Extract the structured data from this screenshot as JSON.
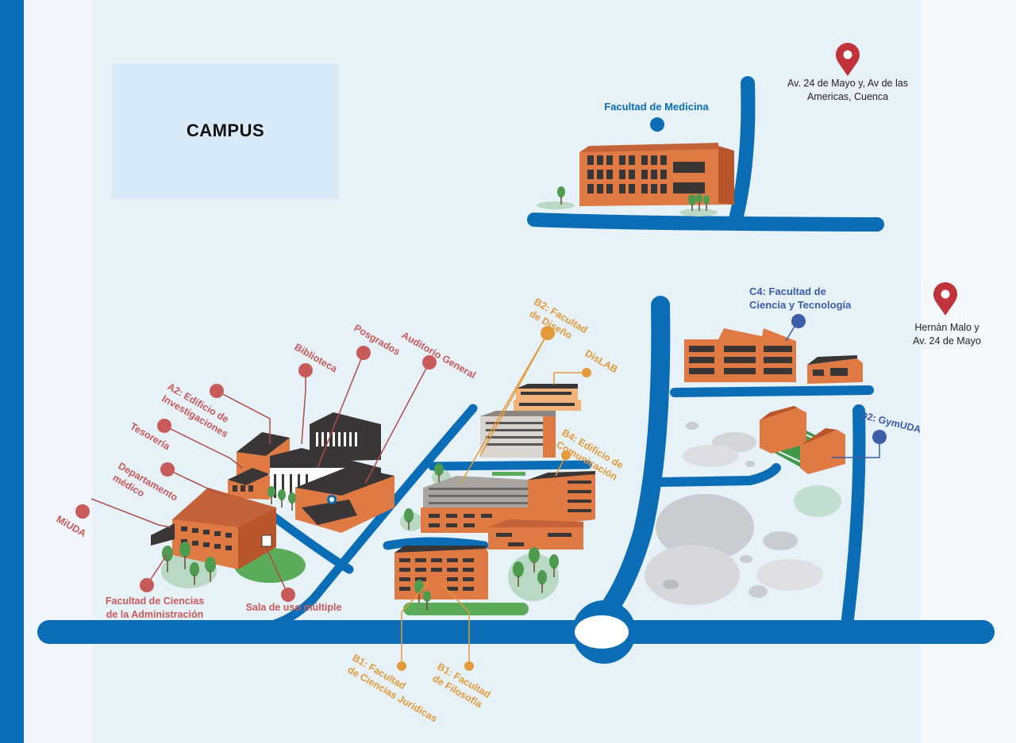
{
  "title": "CAMPUS",
  "colors": {
    "road": "#0a6db5",
    "sideband": "#0a6db5",
    "background": "#e6f1f8",
    "campus_box": "#d8eaf7",
    "label_red": "#c85a5a",
    "label_orange": "#e39a3a",
    "label_blue": "#0a6db5",
    "label_indigo": "#3c5da8",
    "pin": "#c0333a",
    "building": "#e07a45",
    "building_dark": "#b9552a",
    "roof": "#3b3636",
    "tree": "#4e9a4e",
    "lawn": "#5aac5a",
    "rock": "#c9ccd0"
  },
  "addresses": {
    "medicina": {
      "icon": "location-pin-icon",
      "line1": "Av. 24 de Mayo y, Av de las",
      "line2": "Americas, Cuenca"
    },
    "hernan": {
      "icon": "location-pin-icon",
      "line1": "Hernán Malo y",
      "line2": "Av. 24 de Mayo"
    }
  },
  "labels": {
    "medicina": "Facultad de Medicina",
    "c4_line1": "C4: Facultad de",
    "c4_line2": "Ciencia y Tecnología",
    "d2": "D2: GymUDA",
    "b2_line1": "B2: Facultad",
    "b2_line2": "de Diseño",
    "dislab": "DisLAB",
    "b4_line1": "B4: Edificio de",
    "b4_line2": "Comunicación",
    "posgrados": "Posgrados",
    "auditorio": "Auditorio General",
    "biblioteca": "Biblioteca",
    "a2_line1": "A2: Edificio de",
    "a2_line2": "Investigaciones",
    "tesoreria": "Tesorería",
    "depto_line1": "Departamento",
    "depto_line2": "médico",
    "miuda": "MiUDA",
    "fca_line1": "Facultad de Ciencias",
    "fca_line2": "de la Administración",
    "sala": "Sala de uso múltiple",
    "b1j_line1": "B1: Facultad",
    "b1j_line2": "de Ciencias Jurídicas",
    "b1f_line1": "B1: Facultad",
    "b1f_line2": "de Filosofía"
  }
}
